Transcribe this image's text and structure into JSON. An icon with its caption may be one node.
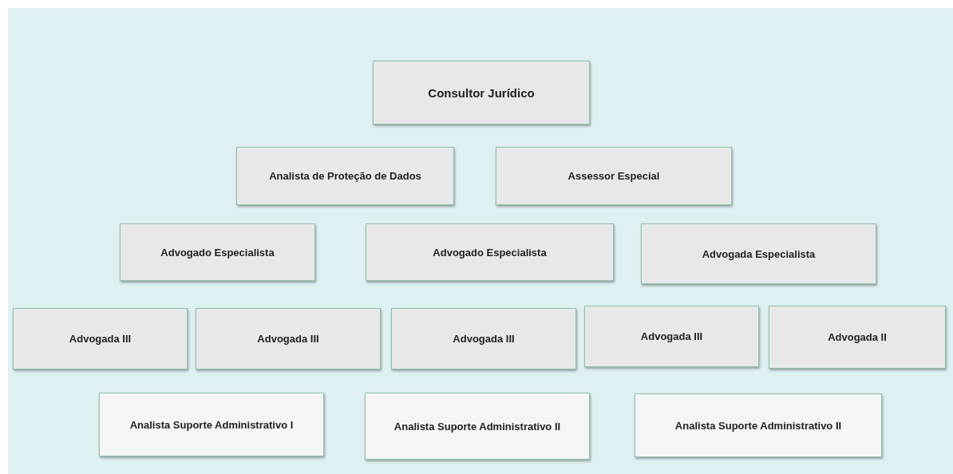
{
  "diagram": {
    "nodes": [
      {
        "text": [
          "Consultor Jurídico"
        ]
      },
      {
        "text": [
          "Analista de Proteção de Dados"
        ]
      },
      {
        "text": [
          "Assessor Especial"
        ]
      },
      {
        "text": [
          "Advogado Especialista"
        ]
      },
      {
        "text": [
          "Advogado Especialista"
        ]
      },
      {
        "text": [
          "Advogada Especialista"
        ]
      },
      {
        "text": [
          "Advogada III"
        ]
      },
      {
        "text": [
          "Advogada III"
        ]
      },
      {
        "text": [
          "Advogada III"
        ]
      },
      {
        "text": [
          "Advogada III"
        ]
      },
      {
        "text": [
          "Advogada II"
        ]
      },
      {
        "text": [
          "Analista Suporte Administrativo I"
        ]
      },
      {
        "text": [
          "Analista Suporte Administrativo II"
        ]
      },
      {
        "text": [
          "Analista Suporte Administrativo II"
        ]
      }
    ]
  }
}
